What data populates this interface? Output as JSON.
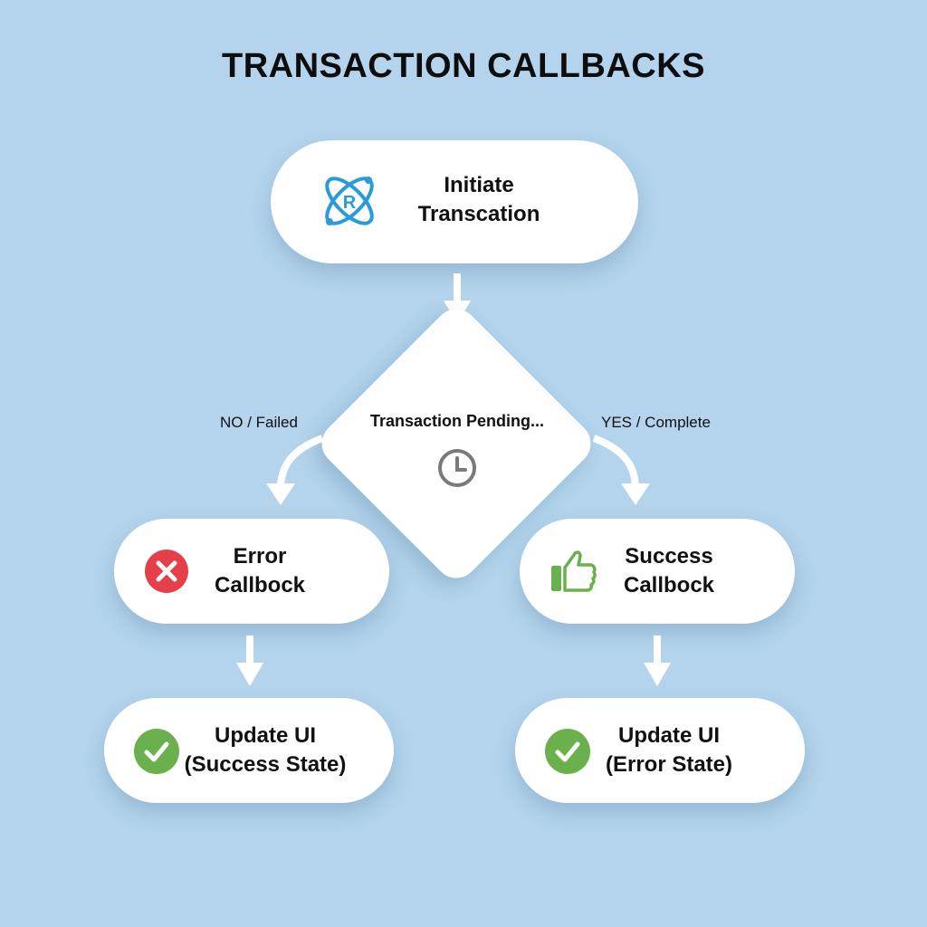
{
  "title": "TRANSACTION CALLBACKS",
  "nodes": {
    "initiate": {
      "label": "Initiate\nTranscation",
      "icon": "react-atom-icon"
    },
    "pending": {
      "label": "Transaction Pending...",
      "icon": "clock-icon"
    },
    "error_callback": {
      "label": "Error\nCallbock",
      "icon": "error-x-icon"
    },
    "success_callback": {
      "label": "Success\nCallbock",
      "icon": "thumbs-up-icon"
    },
    "update_ui_left": {
      "label": "Update UI\n(Success State)",
      "icon": "check-circle-icon"
    },
    "update_ui_right": {
      "label": "Update UI\n(Error State)",
      "icon": "check-circle-icon"
    }
  },
  "branches": {
    "left": "NO / Failed",
    "right": "YES / Complete"
  },
  "colors": {
    "background": "#b3d4ec",
    "node": "#ffffff",
    "react_blue": "#2a9bd8",
    "error_red": "#e5404a",
    "success_green": "#6ab04c",
    "clock_gray": "#7a7a7a"
  }
}
